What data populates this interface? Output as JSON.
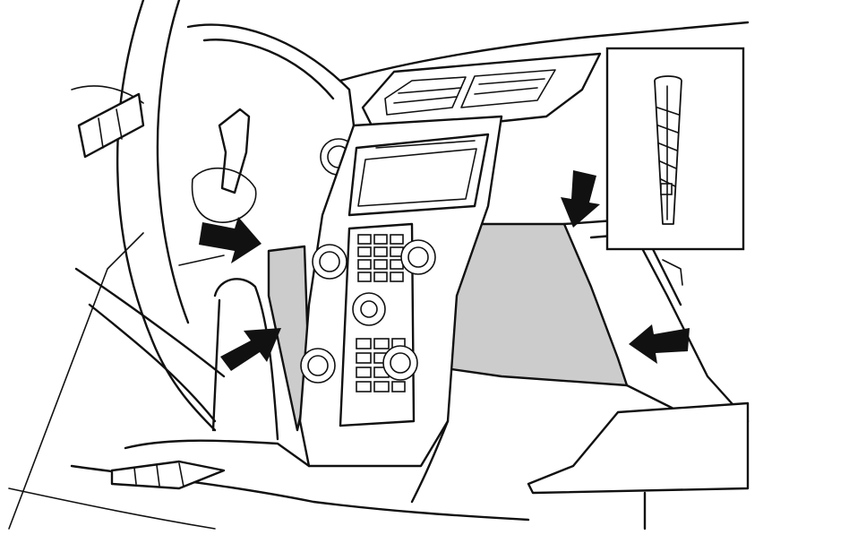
{
  "colors": {
    "line": "#111111",
    "background": "#ffffff",
    "highlight_panel": "#cccccc",
    "arrow": "#111111"
  },
  "icons": {
    "arrow": "solid-arrow-icon",
    "clip": "fastener-clip-icon"
  },
  "arrows": [
    {
      "id": "upper-left",
      "direction": "right"
    },
    {
      "id": "lower-left",
      "direction": "up-right"
    },
    {
      "id": "top-right",
      "direction": "down"
    },
    {
      "id": "lower-right",
      "direction": "left"
    }
  ]
}
